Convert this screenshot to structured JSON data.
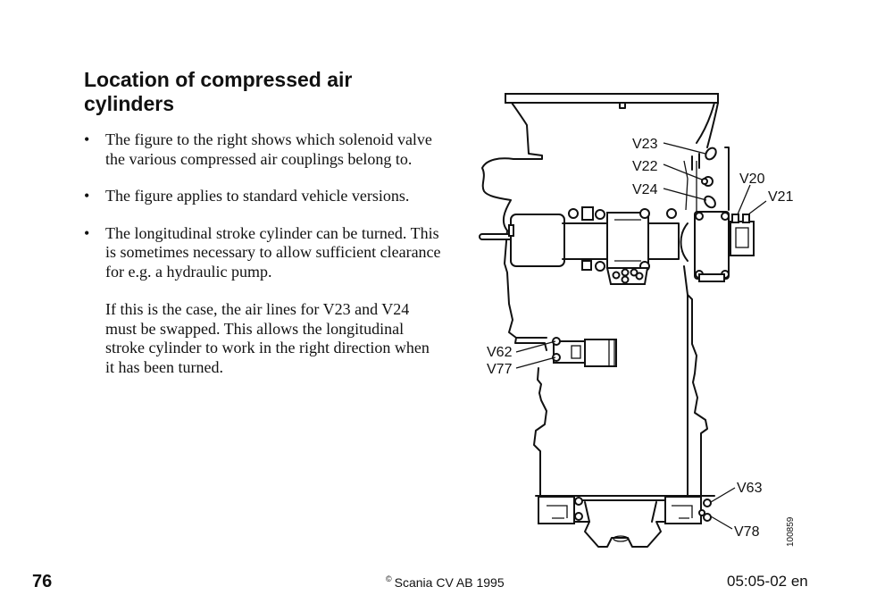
{
  "section": {
    "title": "Location of compressed air cylinders"
  },
  "bullets": [
    {
      "marker": "•",
      "paragraphs": [
        "The figure to the right shows which solenoid valve the various compressed air couplings belong to."
      ]
    },
    {
      "marker": "•",
      "paragraphs": [
        "The figure applies to standard vehicle versions."
      ]
    },
    {
      "marker": "•",
      "paragraphs": [
        "The longitudinal stroke cylinder can be turned. This is sometimes necessary to allow sufficient clearance for e.g. a hydraulic pump.",
        "If this is the case, the air lines for V23 and V24 must be swapped. This allows the longitudinal stroke cylinder to work in the right direction when it has been turned."
      ]
    }
  ],
  "figure": {
    "callouts": {
      "v23": "V23",
      "v22": "V22",
      "v24": "V24",
      "v20": "V20",
      "v21": "V21",
      "v62": "V62",
      "v77": "V77",
      "v63": "V63",
      "v78": "V78"
    },
    "figure_number": "100859"
  },
  "footer": {
    "page_number": "76",
    "copyright_symbol": "©",
    "copyright": "Scania CV AB 1995",
    "document_code": "05:05-02 en"
  }
}
